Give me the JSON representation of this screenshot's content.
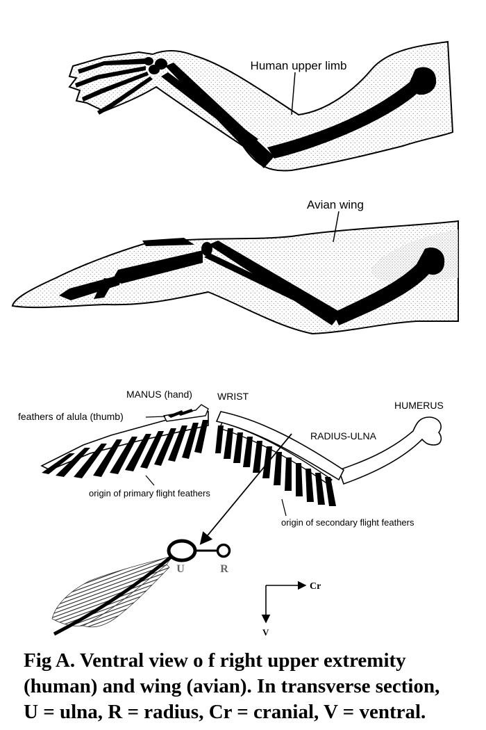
{
  "labels": {
    "human_upper_limb": "Human upper limb",
    "avian_wing": "Avian wing",
    "manus": "MANUS (hand)",
    "wrist": "WRIST",
    "humerus": "HUMERUS",
    "alula": "feathers of alula (thumb)",
    "radius_ulna": "RADIUS-ULNA",
    "primary": "origin of primary flight feathers",
    "secondary": "origin of secondary flight feathers"
  },
  "section": {
    "ulna": "U",
    "radius": "R"
  },
  "axes": {
    "cranial": "Cr",
    "ventral": "V"
  },
  "caption": {
    "line1": "Fig A. Ventral view o f  right upper extremity",
    "line2": "(human) and wing (avian).  In transverse section,",
    "line3": "U = ulna, R = radius, Cr = cranial, V = ventral."
  }
}
